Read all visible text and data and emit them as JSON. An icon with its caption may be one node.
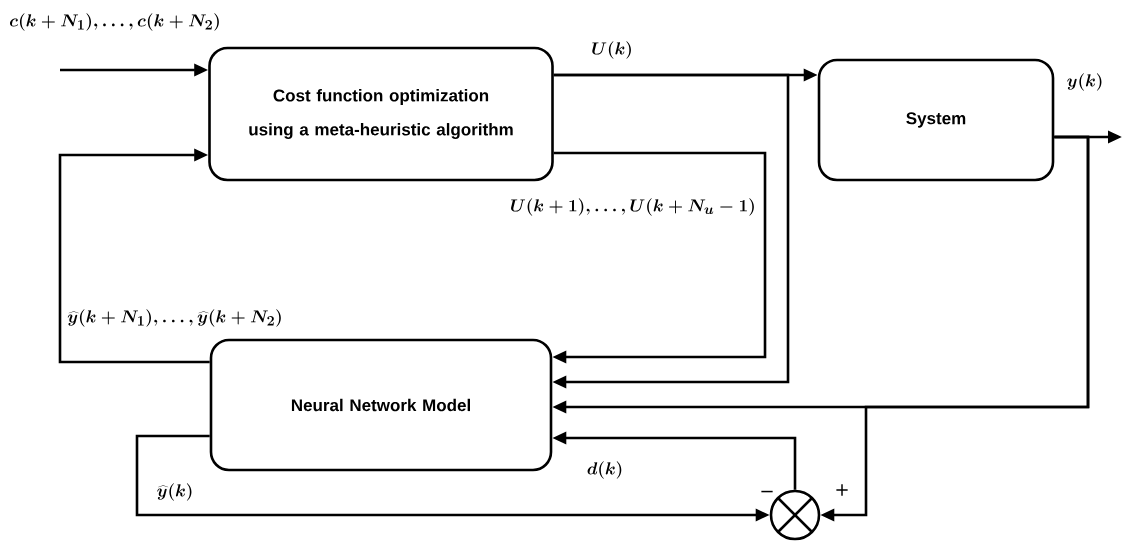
{
  "diagram": {
    "nodes": [
      {
        "text": [
          "Cost function optimization using a meta-heuristic algorithm"
        ]
      },
      {
        "text": [
          "System"
        ]
      },
      {
        "text": [
          "Neural Network Model"
        ]
      },
      {
        "text": [],
        "shape": "circle"
      }
    ],
    "edges": [
      {
        "from": null,
        "to": 0,
        "arrow": "to",
        "label": "c(k+N_1),\\ldots,c(k+N_2)"
      },
      {
        "from": 0,
        "to": 1,
        "arrow": "to",
        "label": "U(k)"
      },
      {
        "from": 1,
        "to": null,
        "arrow": "to",
        "label": "y(k)"
      },
      {
        "from": 2,
        "to": 0,
        "arrow": "to",
        "label": "\\widehat{y}(k+N_1),\\ldots,\\widehat{y}(k+N_2)"
      },
      {
        "from": 0,
        "to": 2,
        "arrow": "to",
        "label": "U(k+1),\\ldots,U(k+N_u-1)"
      },
      {
        "from": 0,
        "to": 2,
        "arrow": "to"
      },
      {
        "from": 1,
        "to": 2,
        "arrow": "to"
      },
      {
        "from": 1,
        "to": 3,
        "arrow": "to"
      },
      {
        "from": 2,
        "to": 3,
        "arrow": "to",
        "label": "\\widehat{y}(k)"
      },
      {
        "from": 3,
        "to": 2,
        "arrow": "to",
        "label": "d(k)"
      }
    ],
    "labels": [
      "−",
      "+"
    ]
  }
}
